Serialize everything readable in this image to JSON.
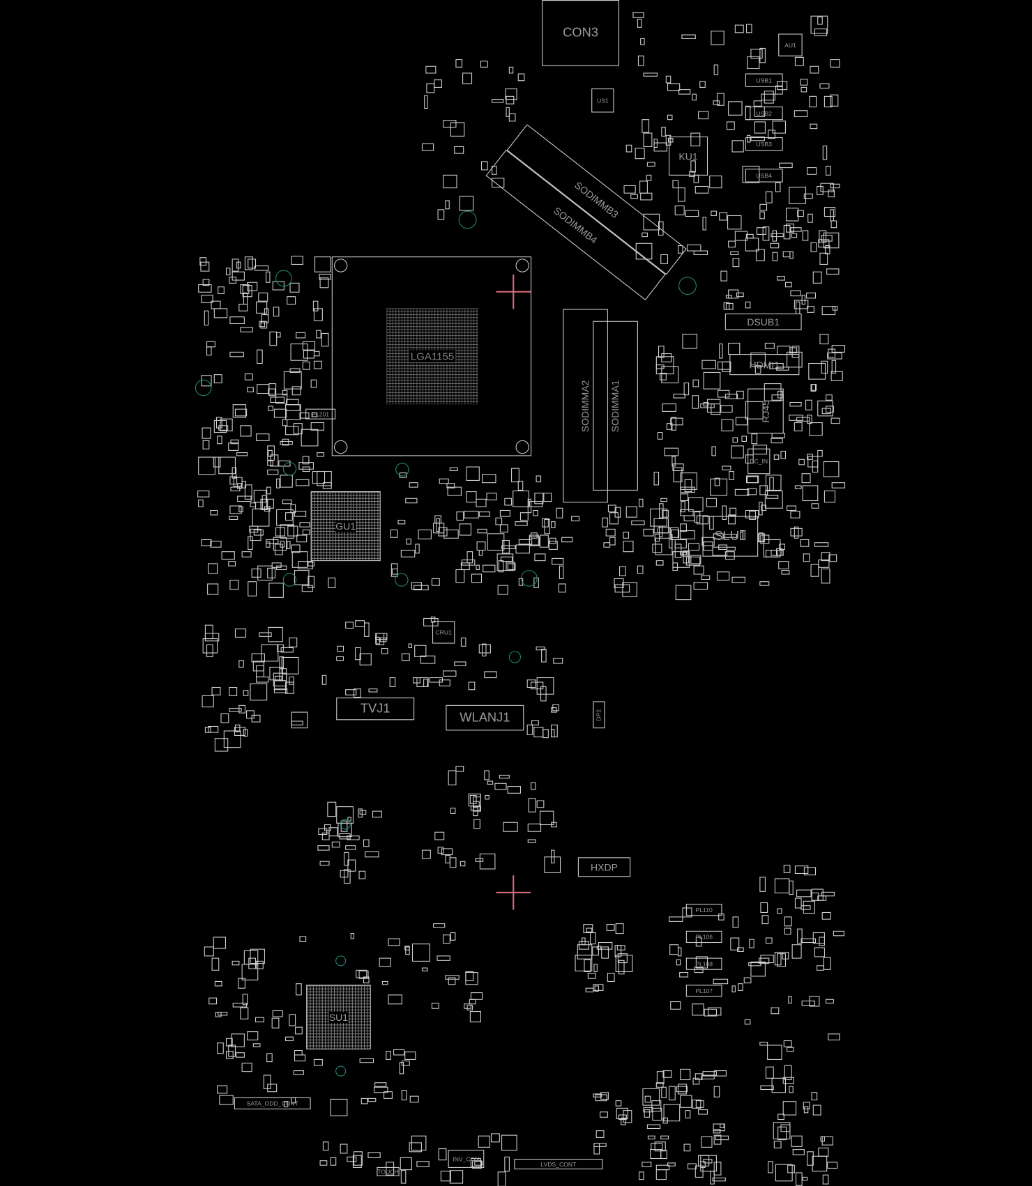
{
  "title": "Motherboard boardview",
  "colors": {
    "background": "#000000",
    "outline": "#cfcfcf",
    "label": "#9a9a9a",
    "mounting_hole": "#1f8a78",
    "origin_marker": "#d06a78"
  },
  "components": {
    "con3": "CON3",
    "au1": "AU1",
    "us1": "US1",
    "ku1": "KU1",
    "usb1": "USB1",
    "usb2": "USB2",
    "usb3": "USB3",
    "usb4": "USB4",
    "sodimmb3": "SODIMMB3",
    "sodimmb4": "SODIMMB4",
    "cpu_socket": "LGA1155",
    "sodimma2": "SODIMMA2",
    "sodimma1": "SODIMMA1",
    "dsub1": "DSUB1",
    "hdmi1": "HDMI1",
    "rj45": "RJ45",
    "slu1": "SLU1",
    "gu1": "GU1",
    "pl201": "PL201",
    "cru1": "CRU1",
    "tvj1": "TVJ1",
    "wlanj1": "WLANJ1",
    "dp2": "DP2",
    "hxdp": "HXDP",
    "pl110": "PL110",
    "pl106": "PL106",
    "pl108": "PL108",
    "pl107": "PL107",
    "su1": "SU1",
    "sata_odd_cont": "SATA_ODD_CONT",
    "inv_con": "INV_CON",
    "lvds_cont": "LVDS_CONT",
    "touch": "TOUCH",
    "dc_in": "DC_IN"
  }
}
